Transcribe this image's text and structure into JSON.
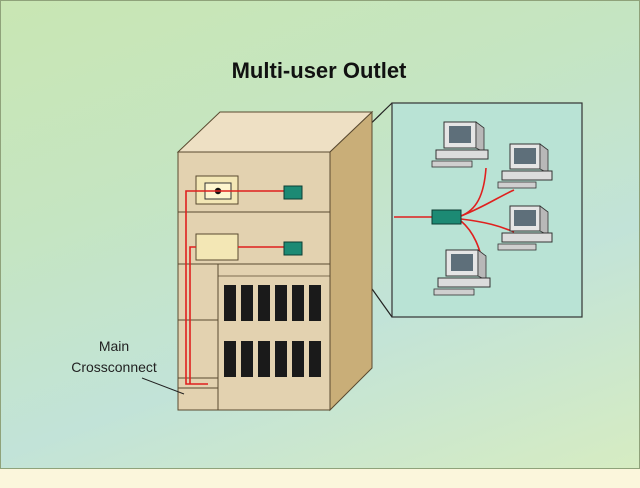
{
  "diagram": {
    "title": "Multi-user Outlet",
    "labels": {
      "main_crossconnect_line1": "Main",
      "main_crossconnect_line2": "Crossconnect"
    },
    "colors": {
      "background_gradient": [
        "#c9e6b3",
        "#c2e3d8",
        "#d6ecc2"
      ],
      "cabinet_face": "#e3d2b0",
      "cabinet_side": "#c9ae78",
      "cabinet_top": "#eee0c4",
      "zoom_panel": "#b9e3d5",
      "cable": "#e0201e",
      "outlet": "#1c8a74",
      "slots": "#1a1a1a"
    },
    "icons": [
      "computer-icon",
      "multi-user-outlet-icon",
      "patch-panel-icon",
      "telecom-cabinet-icon"
    ]
  }
}
